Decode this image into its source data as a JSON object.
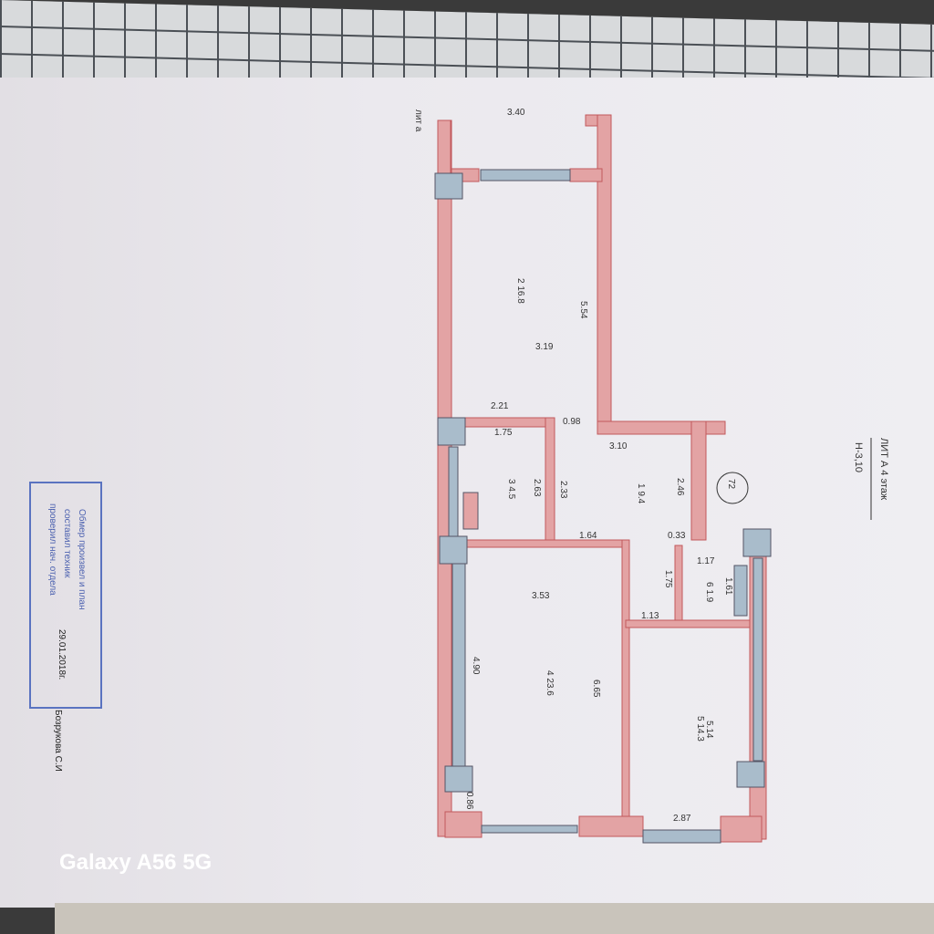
{
  "watermark": "Galaxy A56 5G",
  "title": {
    "line1": "ЛИТ А 4 этаж",
    "line2": "Н-3,10"
  },
  "corner_label": "лит а",
  "apartment_number": "72",
  "stamp": {
    "line1": "Обмер произвел и план",
    "line2": "составил техник",
    "line3": "проверил нач. отдела",
    "date": "29.01.2018г.",
    "signer": "Бозрукова С.И"
  },
  "rooms": [
    {
      "id": "1",
      "area": "9.4"
    },
    {
      "id": "2",
      "area": "16.8"
    },
    {
      "id": "3",
      "area": "4.5"
    },
    {
      "id": "4",
      "area": "23.6"
    },
    {
      "id": "5",
      "area": "14.3"
    },
    {
      "id": "6",
      "area": "1.9"
    }
  ],
  "dimensions": [
    "3.40",
    "5.54",
    "3.19",
    "2.21",
    "0.98",
    "3.10",
    "1.75",
    "2.63",
    "2.33",
    "2.46",
    "0.33",
    "1.64",
    "1.17",
    "1.61",
    "1.75",
    "3.53",
    "1.13",
    "4.90",
    "6.65",
    "5.14",
    "0.86",
    "2.87"
  ],
  "colors": {
    "wall": "#e3a3a4",
    "window": "#a9bccb"
  }
}
